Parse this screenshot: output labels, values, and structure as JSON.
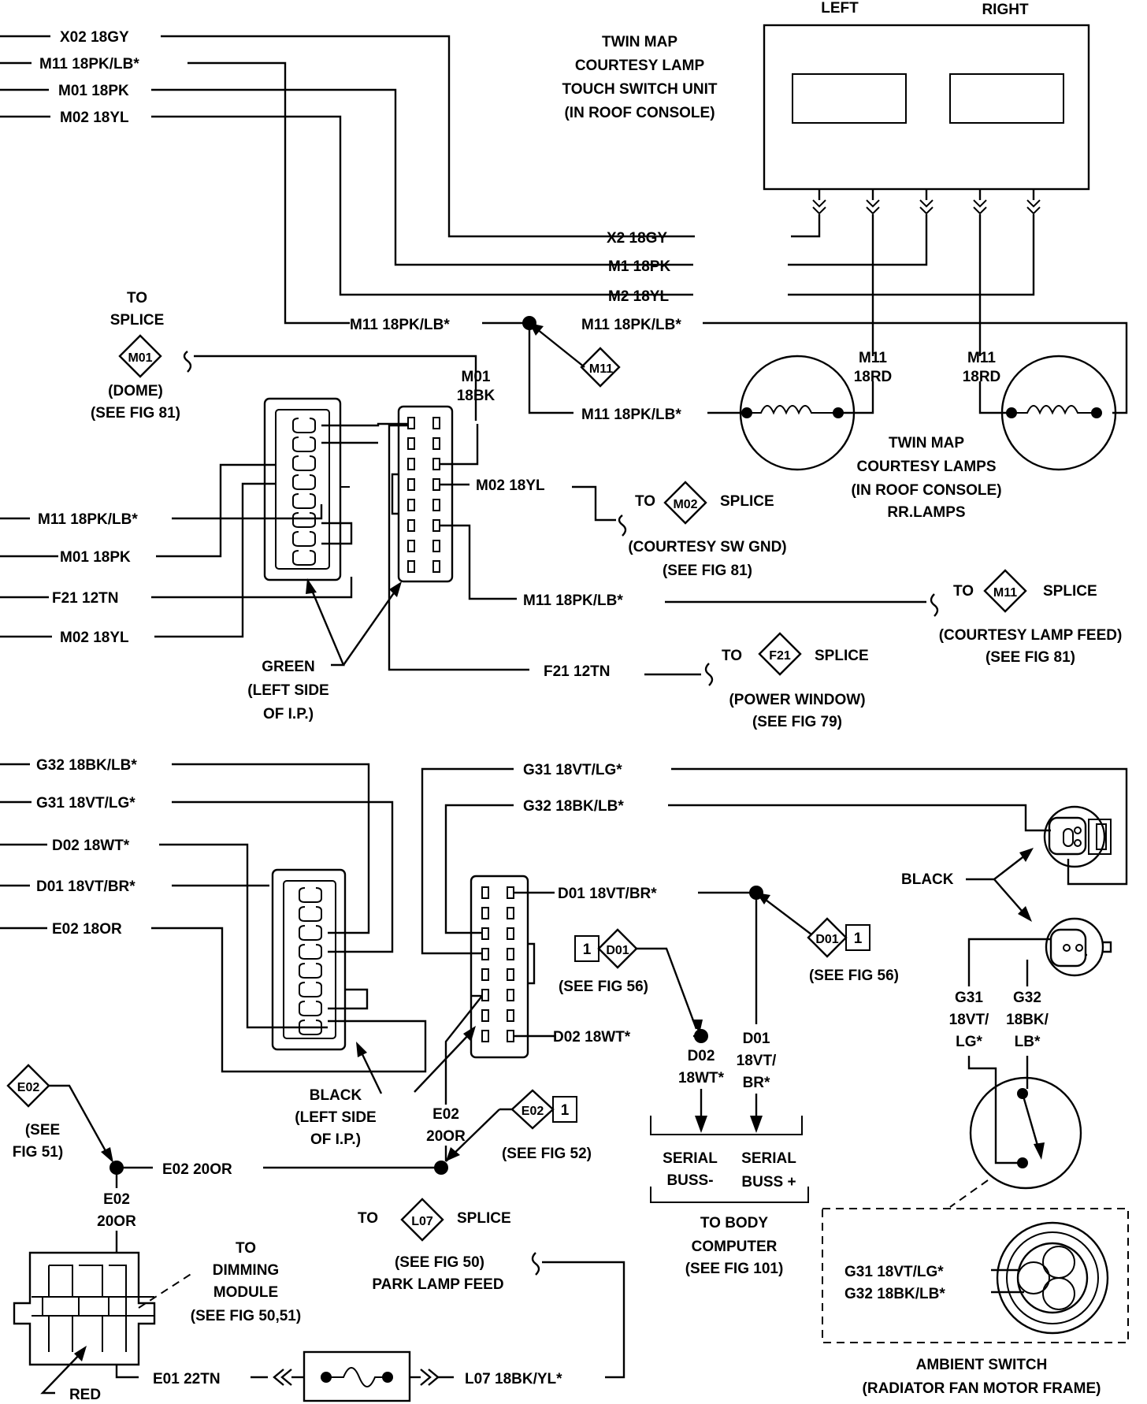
{
  "top_left_wires": {
    "x02": "X02 18GY",
    "m11": "M11 18PK/LB*",
    "m01": "M01 18PK",
    "m02": "M02 18YL"
  },
  "touch_switch": {
    "left": "LEFT",
    "right": "RIGHT",
    "title": [
      "TWIN MAP",
      "COURTESY LAMP",
      "TOUCH SWITCH UNIT",
      "(IN ROOF CONSOLE)"
    ],
    "x2": "X2 18GY",
    "m1": "M1 18PK",
    "m2": "M2 18YL"
  },
  "splice_m11_center": {
    "left_label": "M11 18PK/LB*",
    "right_label": "M11 18PK/LB*",
    "lower_label": "M11 18PK/LB*",
    "tag": "M11"
  },
  "dome_splice": {
    "to": "TO",
    "splice": "SPLICE",
    "tag": "M01",
    "dome": "(DOME)",
    "fig": "(SEE FIG 81)"
  },
  "lamps": {
    "left_wire": [
      "M11",
      "18RD"
    ],
    "right_wire": [
      "M11",
      "18RD"
    ],
    "title": [
      "TWIN MAP",
      "COURTESY LAMPS",
      "(IN ROOF CONSOLE)",
      "RR.LAMPS"
    ]
  },
  "upper_connector": {
    "m01_top": [
      "M01",
      "18BK"
    ],
    "m02_right": "M02 18YL",
    "m11_right": "M11 18PK/LB*",
    "f21_right": "F21 12TN",
    "left_m11": "M11 18PK/LB*",
    "left_m01": "M01 18PK",
    "left_f21": "F21 12TN",
    "left_m02": "M02 18YL",
    "color": [
      "GREEN",
      "(LEFT SIDE",
      "OF I.P.)"
    ]
  },
  "m02_splice": {
    "to": "TO",
    "tag": "M02",
    "splice": "SPLICE",
    "desc": "(COURTESY SW GND)",
    "fig": "(SEE FIG 81)"
  },
  "m11_splice": {
    "to": "TO",
    "tag": "M11",
    "splice": "SPLICE",
    "desc": "(COURTESY LAMP FEED)",
    "fig": "(SEE FIG 81)"
  },
  "f21_splice": {
    "to": "TO",
    "tag": "F21",
    "splice": "SPLICE",
    "desc": "(POWER WINDOW)",
    "fig": "(SEE FIG 79)"
  },
  "lower_connector": {
    "left_g32": "G32 18BK/LB*",
    "left_g31": "G31 18VT/LG*",
    "left_d02": "D02 18WT*",
    "left_d01": "D01 18VT/BR*",
    "left_e02": "E02 18OR",
    "right_g31": "G31 18VT/LG*",
    "right_g32": "G32 18BK/LB*",
    "right_d01": "D01 18VT/BR*",
    "right_d02": "D02 18WT*",
    "color": [
      "BLACK",
      "(LEFT SIDE",
      "OF I.P.)"
    ],
    "e02_down": [
      "E02",
      "20OR"
    ]
  },
  "d01_ref_left": {
    "num": "1",
    "tag": "D01",
    "fig": "(SEE FIG 56)"
  },
  "d01_ref_right": {
    "num": "1",
    "tag": "D01",
    "fig": "(SEE FIG 56)"
  },
  "serial": {
    "d02": [
      "D02",
      "18WT*"
    ],
    "d01": [
      "D01",
      "18VT/",
      "BR*"
    ],
    "minus": [
      "SERIAL",
      "BUSS-"
    ],
    "plus": [
      "SERIAL",
      "BUSS +"
    ],
    "to_body": [
      "TO BODY",
      "COMPUTER",
      "(SEE FIG 101)"
    ]
  },
  "ambient": {
    "black": "BLACK",
    "g31": [
      "G31",
      "18VT/",
      "LG*"
    ],
    "g32": [
      "G32",
      "18BK/",
      "LB*"
    ],
    "conn_g31": "G31 18VT/LG*",
    "conn_g32": "G32 18BK/LB*",
    "title": [
      "AMBIENT SWITCH",
      "(RADIATOR FAN MOTOR FRAME)"
    ]
  },
  "e02_left": {
    "tag": "E02",
    "see": [
      "(SEE",
      "FIG 51)"
    ],
    "wire": "E02 20OR",
    "down": [
      "E02",
      "20OR"
    ]
  },
  "e02_right": {
    "tag": "E02",
    "num": "1",
    "fig": "(SEE FIG 52)"
  },
  "dimming": {
    "text": [
      "TO",
      "DIMMING",
      "MODULE",
      "(SEE FIG 50,51)"
    ],
    "red": "RED"
  },
  "l07_splice": {
    "to": "TO",
    "tag": "L07",
    "splice": "SPLICE",
    "fig": "(SEE FIG 50)",
    "desc": "PARK LAMP FEED"
  },
  "bottom_wires": {
    "e01": "E01 22TN",
    "l07": "L07 18BK/YL*"
  }
}
